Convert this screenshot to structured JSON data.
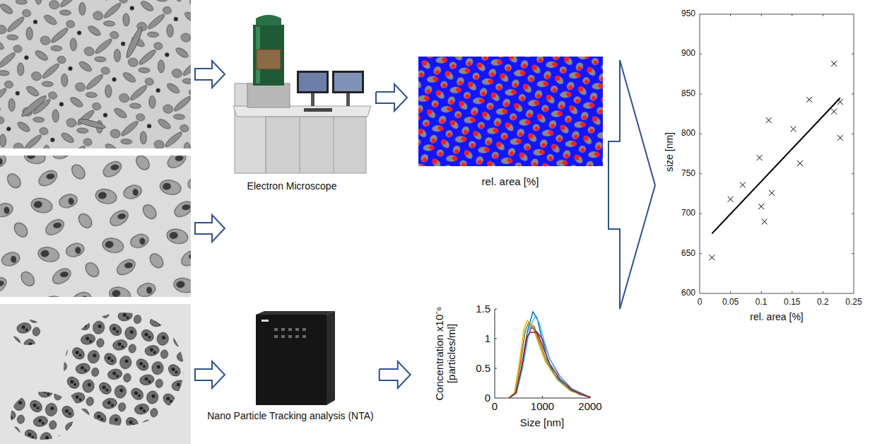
{
  "diagram": {
    "nodes": [
      {
        "text": [
          "Electron Microscope"
        ]
      },
      {
        "text": [
          "Nano Particle Tracking analysis (NTA)"
        ]
      },
      {
        "text": [
          "rel. area [%]"
        ]
      },
      {
        "text": [
          "Concentration x10⁻⁶ [particles/ml]",
          "Size [nm]"
        ]
      },
      {
        "text": [
          "size [nm]",
          "rel. area [%]"
        ]
      }
    ],
    "edges": [
      {
        "from": 0,
        "to": 2,
        "arrow": "to"
      },
      {
        "from": 1,
        "to": 3,
        "arrow": "to"
      },
      {
        "from": 2,
        "to": 4,
        "arrow": "to"
      },
      {
        "from": 3,
        "to": 4,
        "arrow": "to"
      }
    ],
    "labels": [
      "0",
      "0.5",
      "1",
      "1.5",
      "0",
      "1000",
      "2000",
      "600",
      "650",
      "700",
      "750",
      "800",
      "850",
      "900",
      "950",
      "0",
      "0.05",
      "0.1",
      "0.15",
      "0.2",
      "0.25"
    ]
  }
}
